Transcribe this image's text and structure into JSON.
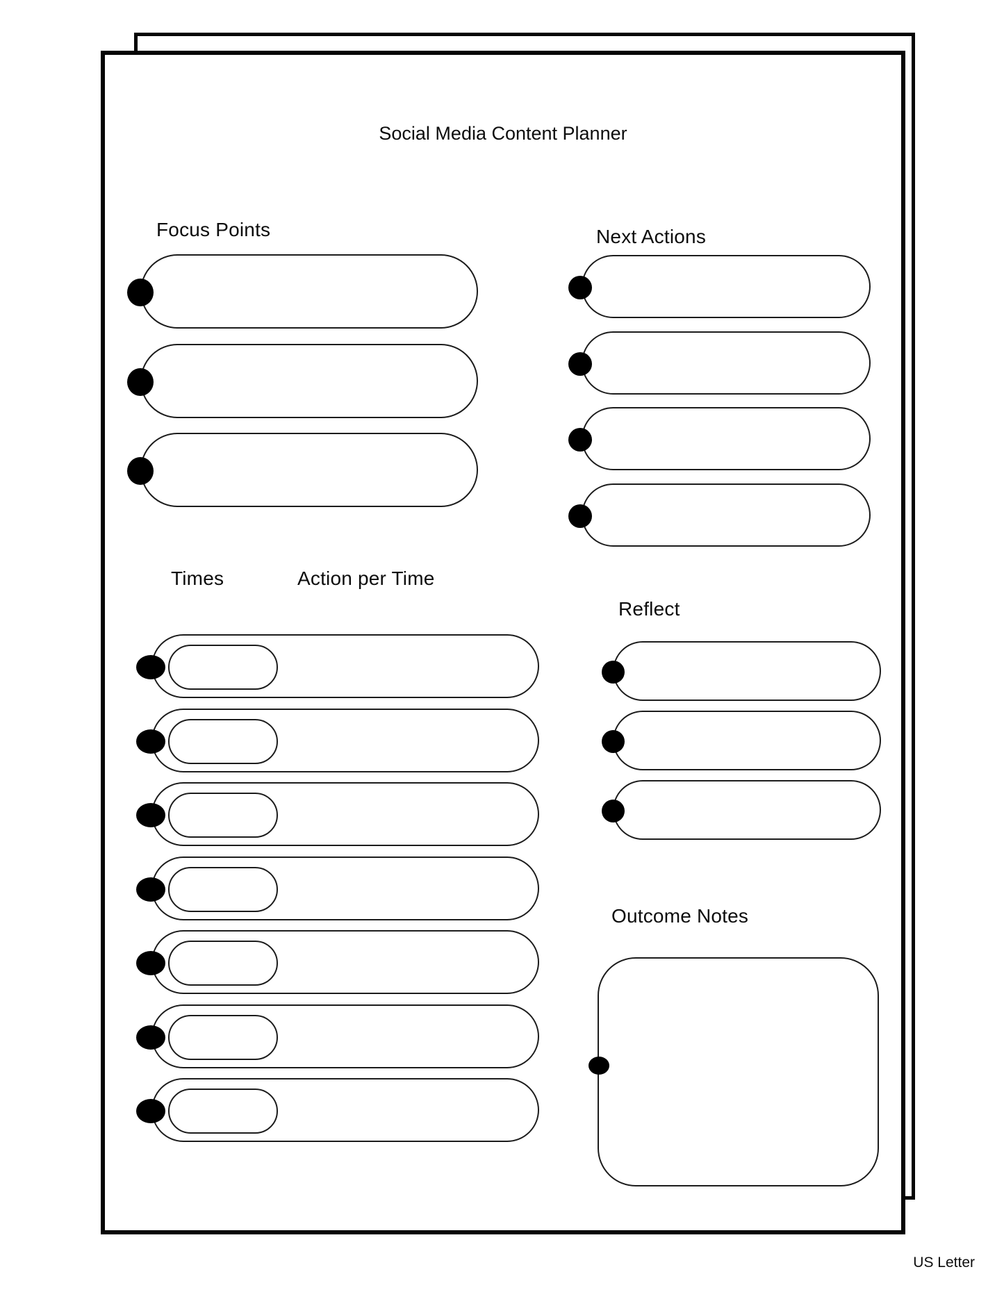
{
  "page": {
    "title": "Social Media Content Planner",
    "paper_label": "US Letter"
  },
  "colors": {
    "ink": "#0d0d0d",
    "outline": "#1c1c1c",
    "bullet": "#000000",
    "paper": "#ffffff"
  },
  "sections": {
    "focus_points": {
      "heading": "Focus Points",
      "fields": [
        "",
        "",
        ""
      ]
    },
    "next_actions": {
      "heading": "Next Actions",
      "fields": [
        "",
        "",
        "",
        ""
      ]
    },
    "times": {
      "heading_times": "Times",
      "heading_action": "Action per Time",
      "rows": [
        "",
        "",
        "",
        "",
        "",
        "",
        ""
      ]
    },
    "reflect": {
      "heading": "Reflect",
      "fields": [
        "",
        "",
        ""
      ]
    },
    "outcome_notes": {
      "heading": "Outcome Notes",
      "field": ""
    }
  }
}
